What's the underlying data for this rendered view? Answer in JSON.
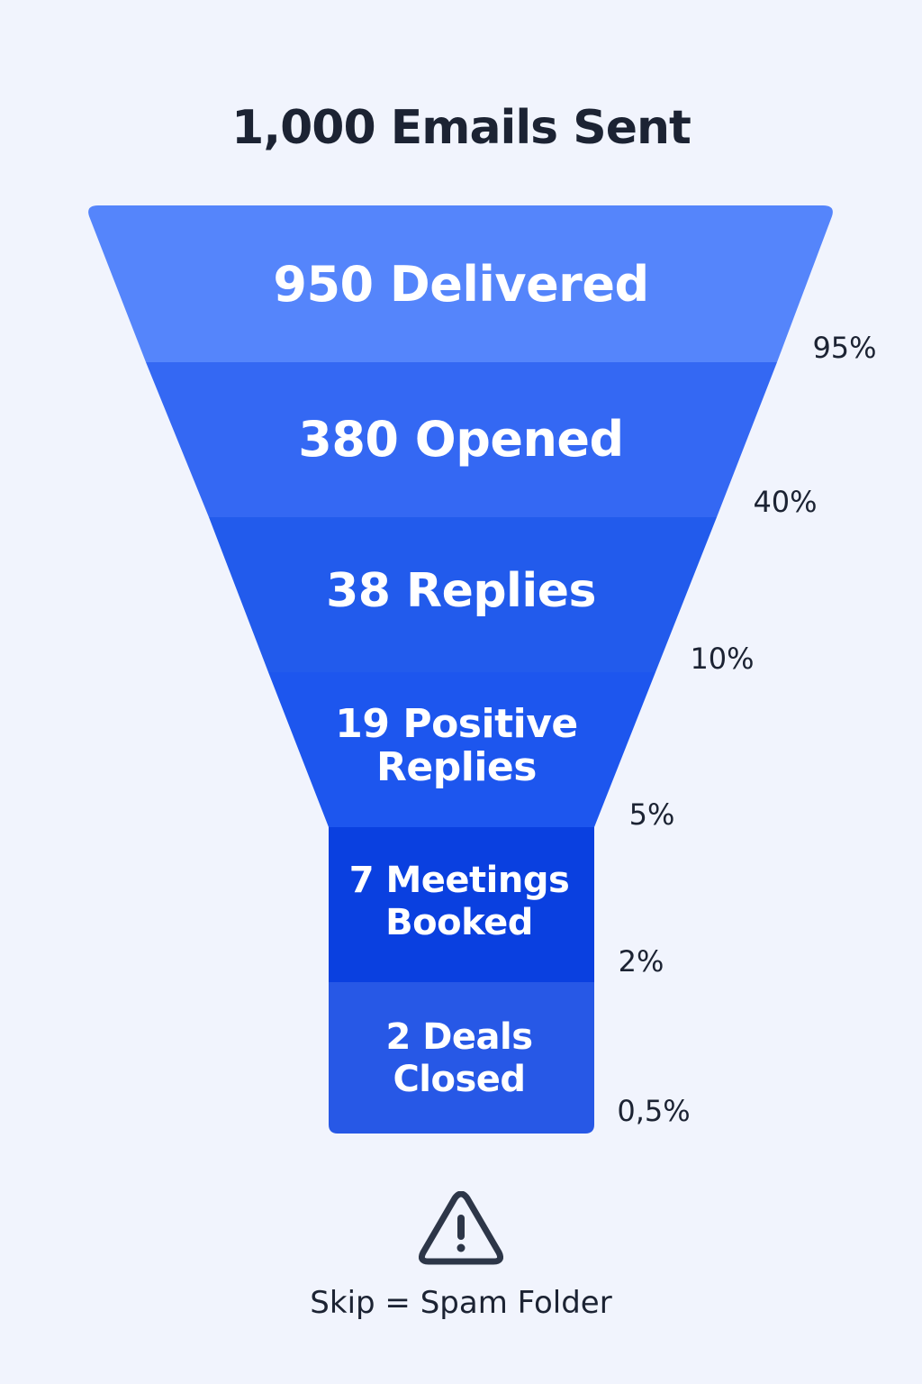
{
  "chart_data": {
    "type": "funnel",
    "title": "1,000 Emails Sent",
    "stages": [
      {
        "label": "950 Delivered",
        "lines": [
          "950 Delivered"
        ],
        "value": 950,
        "rate_label": "95%",
        "color": "#5585fb"
      },
      {
        "label": "380 Opened",
        "lines": [
          "380 Opened"
        ],
        "value": 380,
        "rate_label": "40%",
        "color": "#3468f3"
      },
      {
        "label": "38 Replies",
        "lines": [
          "38 Replies"
        ],
        "value": 38,
        "rate_label": "10%",
        "color": "#225bec"
      },
      {
        "label": "19 Positive Replies",
        "lines": [
          "19 Positive",
          "Replies"
        ],
        "value": 19,
        "rate_label": "5%",
        "color": "#1d56ee"
      },
      {
        "label": "7 Meetings Booked",
        "lines": [
          "7 Meetings",
          "Booked"
        ],
        "value": 7,
        "rate_label": "2%",
        "color": "#0a40e0"
      },
      {
        "label": "2 Deals Closed",
        "lines": [
          "2 Deals",
          "Closed"
        ],
        "value": 2,
        "rate_label": "0,5%",
        "color": "#2758e6"
      }
    ]
  },
  "footer": {
    "icon": "warning-icon",
    "note": "Skip = Spam Folder"
  }
}
